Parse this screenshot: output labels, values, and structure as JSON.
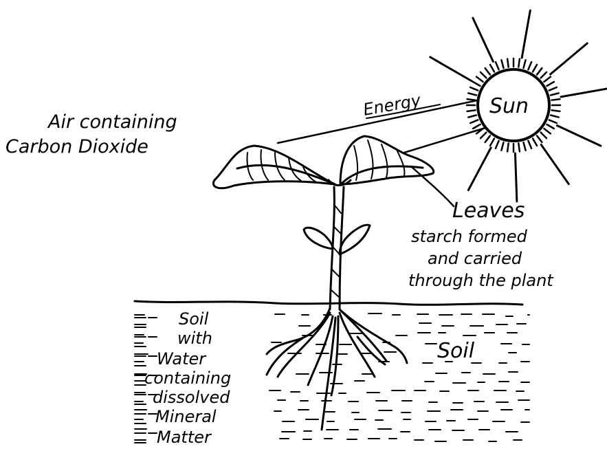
{
  "labels": {
    "sun": "Sun",
    "energy": "Energy",
    "air": [
      "Air containing",
      "Carbon Dioxide"
    ],
    "leaves": [
      "Leaves",
      "starch formed",
      "and carried",
      "through the plant"
    ],
    "soil_left": [
      "Soil",
      "with",
      "Water",
      "containing",
      "dissolved",
      "Mineral",
      "Matter"
    ],
    "soil_right": "Soil"
  }
}
